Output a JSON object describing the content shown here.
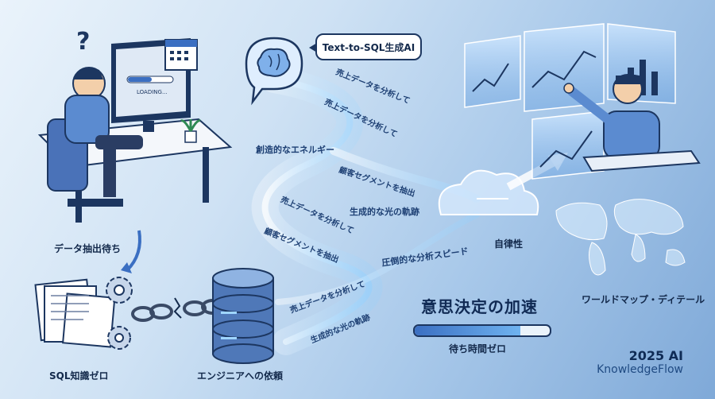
{
  "bubble": {
    "text": "Text-to-SQL生成AI"
  },
  "labels": {
    "waiting": "データ抽出待ち",
    "sql_zero": "SQL知識ゼロ",
    "engineer_request": "エンジニアへの依頼",
    "autonomy": "自律性",
    "world_map": "ワールドマップ・ディテール",
    "wait_zero": "待ち時間ゼロ"
  },
  "stream_texts": [
    "売上データを分析して",
    "売上データを分析して",
    "創造的なエネルギー",
    "顧客セグメントを抽出",
    "生成的な光の軌跡",
    "売上データを分析して",
    "顧客セグメントを抽出",
    "圧倒的な分析スピード",
    "売上データを分析して",
    "生成的な光の軌跡"
  ],
  "monitor": {
    "loading": "LOADING..."
  },
  "headline": "意思決定の加速",
  "progress": {
    "fraction": 0.78
  },
  "brand": {
    "year": "2025 AI",
    "name": "KnowledgeFlow"
  },
  "icons": [
    "question-mark-icon",
    "calendar-icon",
    "brain-icon",
    "database-icon",
    "broken-chain-icon",
    "cloud-icon",
    "gear-icon",
    "document-stack-icon",
    "world-map-icon",
    "arrow-icon"
  ],
  "colors": {
    "accent": "#3b6fc2",
    "dark": "#13294b",
    "glow": "#8fd0ff"
  }
}
